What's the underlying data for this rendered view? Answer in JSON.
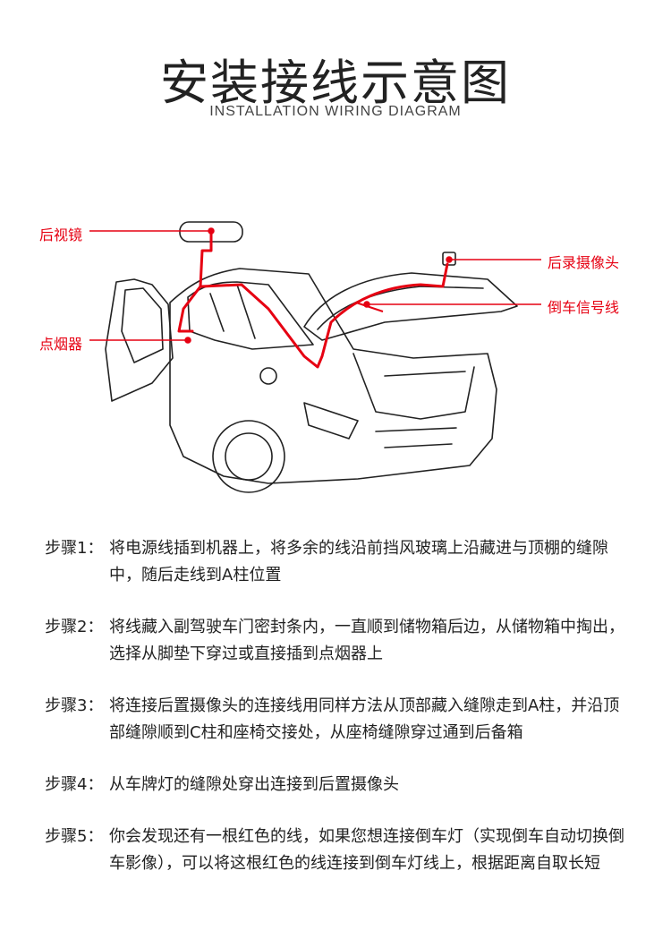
{
  "header": {
    "title": "安装接线示意图",
    "subtitle": "INSTALLATION WIRING DIAGRAM"
  },
  "diagram": {
    "labels": {
      "mirror": "后视镜",
      "lighter": "点烟器",
      "rear_camera": "后录摄像头",
      "reverse_wire": "倒车信号线"
    },
    "colors": {
      "wire": "#e60012",
      "outline": "#222222"
    }
  },
  "steps": [
    {
      "label": "步骤1：",
      "text": "将电源线插到机器上，将多余的线沿前挡风玻璃上沿藏进与顶棚的缝隙中，随后走线到A柱位置"
    },
    {
      "label": "步骤2：",
      "text": "将线藏入副驾驶车门密封条内，一直顺到储物箱后边，从储物箱中掏出，选择从脚垫下穿过或直接插到点烟器上"
    },
    {
      "label": "步骤3：",
      "text": "将连接后置摄像头的连接线用同样方法从顶部藏入缝隙走到A柱，并沿顶部缝隙顺到C柱和座椅交接处，从座椅缝隙穿过通到后备箱"
    },
    {
      "label": "步骤4：",
      "text": "从车牌灯的缝隙处穿出连接到后置摄像头"
    },
    {
      "label": "步骤5：",
      "text": "你会发现还有一根红色的线，如果您想连接倒车灯（实现倒车自动切换倒车影像），可以将这根红色的线连接到倒车灯线上，根据距离自取长短"
    }
  ]
}
